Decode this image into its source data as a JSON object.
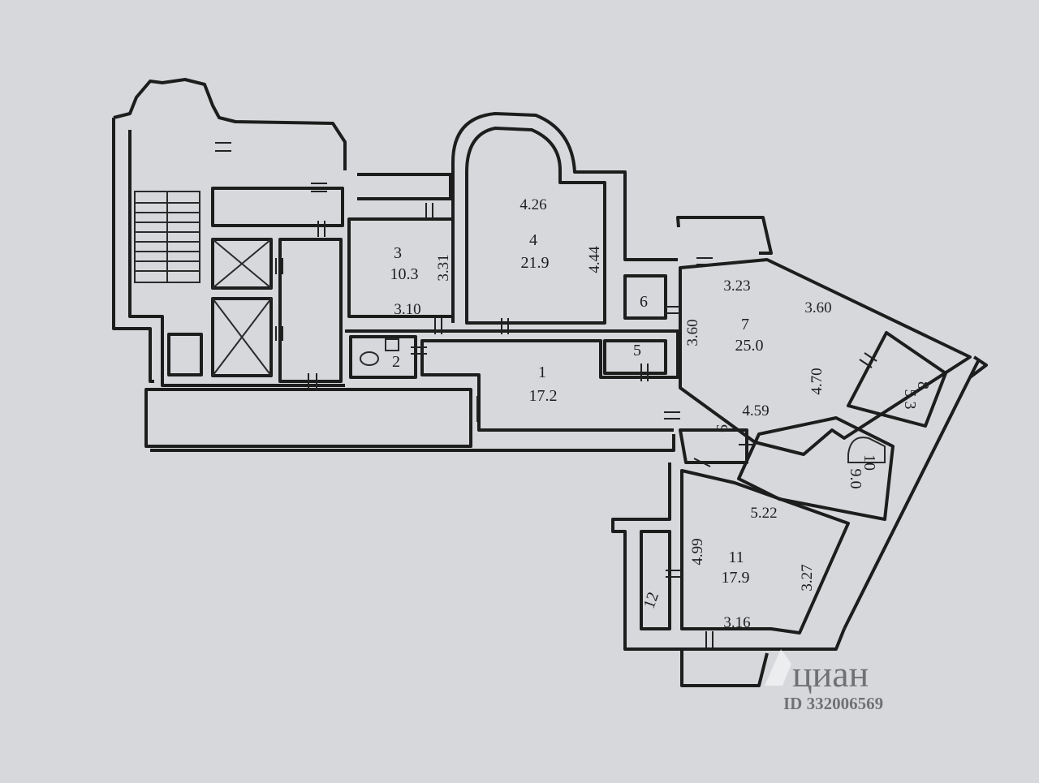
{
  "plan": {
    "rooms": [
      {
        "id": "1",
        "number": "1",
        "area": "17.2"
      },
      {
        "id": "2",
        "number": "2"
      },
      {
        "id": "3",
        "number": "3",
        "area": "10.3"
      },
      {
        "id": "4",
        "number": "4",
        "area": "21.9"
      },
      {
        "id": "5",
        "number": "5"
      },
      {
        "id": "6",
        "number": "6"
      },
      {
        "id": "7",
        "number": "7",
        "area": "25.0"
      },
      {
        "id": "8",
        "number": "8",
        "area": "5.3"
      },
      {
        "id": "9",
        "number": "9"
      },
      {
        "id": "10",
        "number": "10",
        "area": "9.0"
      },
      {
        "id": "11",
        "number": "11",
        "area": "17.9"
      },
      {
        "id": "12",
        "number": "12"
      }
    ],
    "dimensions": {
      "room3_height": "3.31",
      "room3_width": "3.10",
      "room4_width": "4.26",
      "room4_height": "4.44",
      "room7_top": "3.23",
      "room7_top_right": "3.60",
      "room7_left": "3.60",
      "room7_right": "4.70",
      "room7_bottom": "4.59",
      "room10_top": "5.22",
      "room11_left": "4.99",
      "room11_right": "3.27",
      "room11_bottom": "3.16"
    }
  },
  "watermark": {
    "brand": "циан",
    "id_text": "ID 332006569"
  }
}
